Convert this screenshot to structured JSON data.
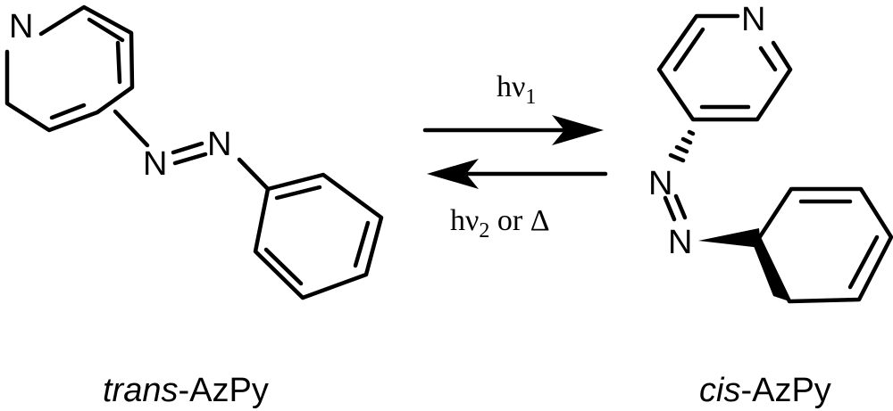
{
  "atoms": {
    "n": "N"
  },
  "forward": {
    "base": "hν",
    "sub": "1"
  },
  "reverse": {
    "base": "hν",
    "sub": "2",
    "rest": " or Δ"
  },
  "labels": {
    "trans_prefix": "trans",
    "cis_prefix": "cis",
    "suffix": "-AzPy"
  },
  "colors": {
    "ink": "#000000",
    "background": "#ffffff"
  }
}
